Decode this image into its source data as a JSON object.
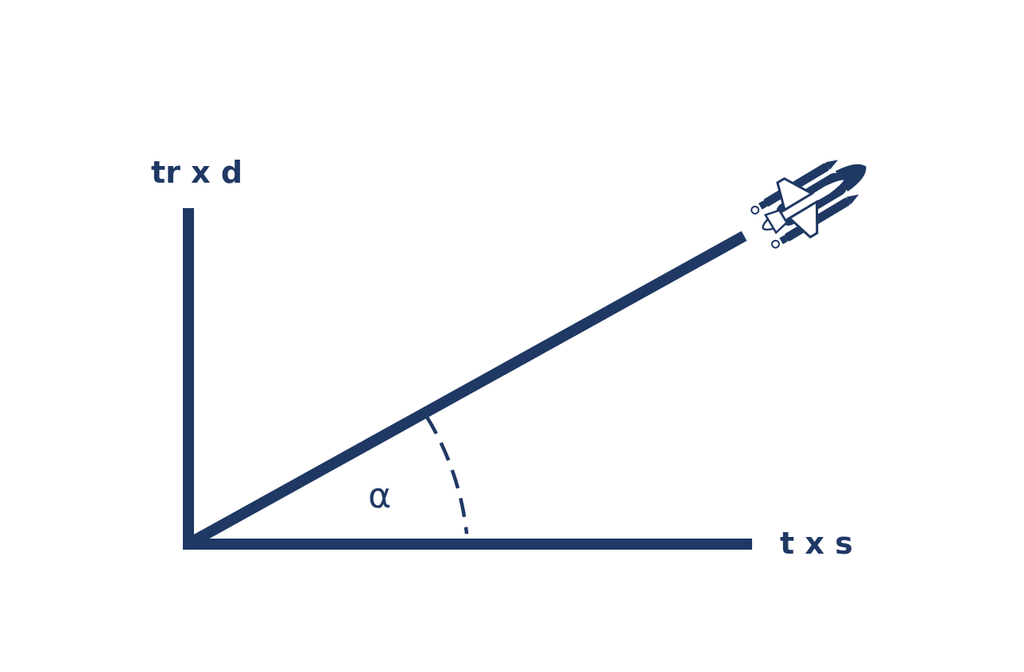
{
  "diagram": {
    "y_axis_label": "tr x d",
    "x_axis_label": "t x s",
    "angle_label": "α",
    "icon": "space-shuttle-icon",
    "colors": {
      "ink": "#1f3864",
      "background": "#ffffff"
    }
  }
}
